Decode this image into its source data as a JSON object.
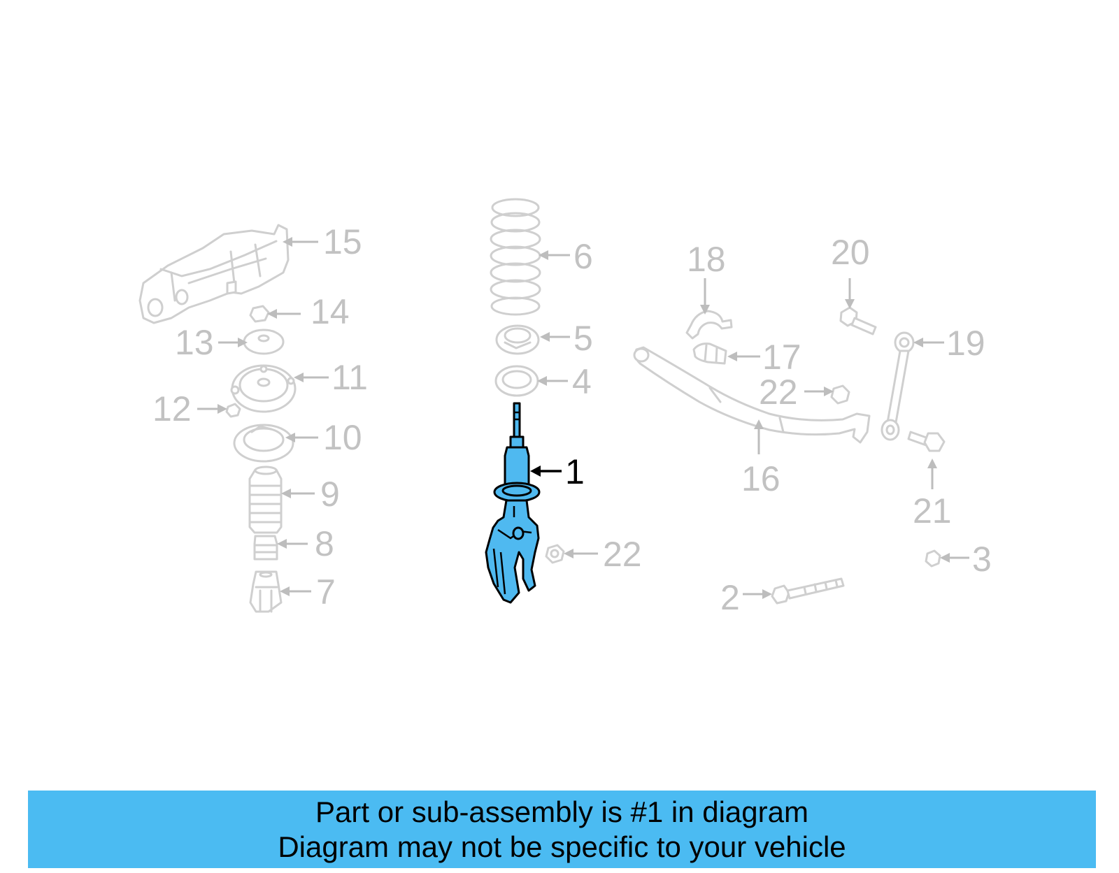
{
  "diagram": {
    "highlighted_part": "1",
    "highlight_color": "#4bbbf2",
    "callouts": {
      "c1": "1",
      "c2": "2",
      "c3": "3",
      "c4": "4",
      "c5": "5",
      "c6": "6",
      "c7": "7",
      "c8": "8",
      "c9": "9",
      "c10": "10",
      "c11": "11",
      "c12": "12",
      "c13": "13",
      "c14": "14",
      "c15": "15",
      "c16": "16",
      "c17": "17",
      "c18": "18",
      "c19": "19",
      "c20": "20",
      "c21": "21",
      "c22a": "22",
      "c22b": "22"
    }
  },
  "banner": {
    "line1": "Part or sub-assembly is #1 in diagram",
    "line2": "Diagram may not be specific to your vehicle",
    "background": "#4bbbf2"
  }
}
